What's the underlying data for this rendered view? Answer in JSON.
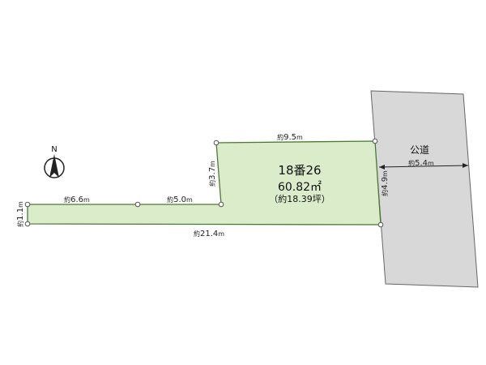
{
  "lot": {
    "number": "18番26",
    "area": "60.82㎡",
    "area_tsubo": "（約18.39坪）",
    "fill_color": "#dbecca",
    "stroke_color": "#4a7a32"
  },
  "road": {
    "label": "公道",
    "fill_color": "#d8d8d8",
    "stroke_color": "#666666"
  },
  "compass": {
    "label": "N"
  },
  "dimensions": {
    "top": {
      "prefix": "約",
      "value": "9.5",
      "unit": "m"
    },
    "left_upper": {
      "prefix": "約",
      "value": "3.7",
      "unit": "m"
    },
    "strip_left": {
      "prefix": "約",
      "value": "6.6",
      "unit": "m"
    },
    "strip_right": {
      "prefix": "約",
      "value": "5.0",
      "unit": "m"
    },
    "left_end": {
      "prefix": "約",
      "value": "1.1",
      "unit": "m"
    },
    "bottom": {
      "prefix": "約",
      "value": "21.4",
      "unit": "m"
    },
    "right": {
      "prefix": "約",
      "value": "4.9",
      "unit": "m"
    },
    "road_width": {
      "prefix": "約",
      "value": "5.4",
      "unit": "m"
    }
  }
}
